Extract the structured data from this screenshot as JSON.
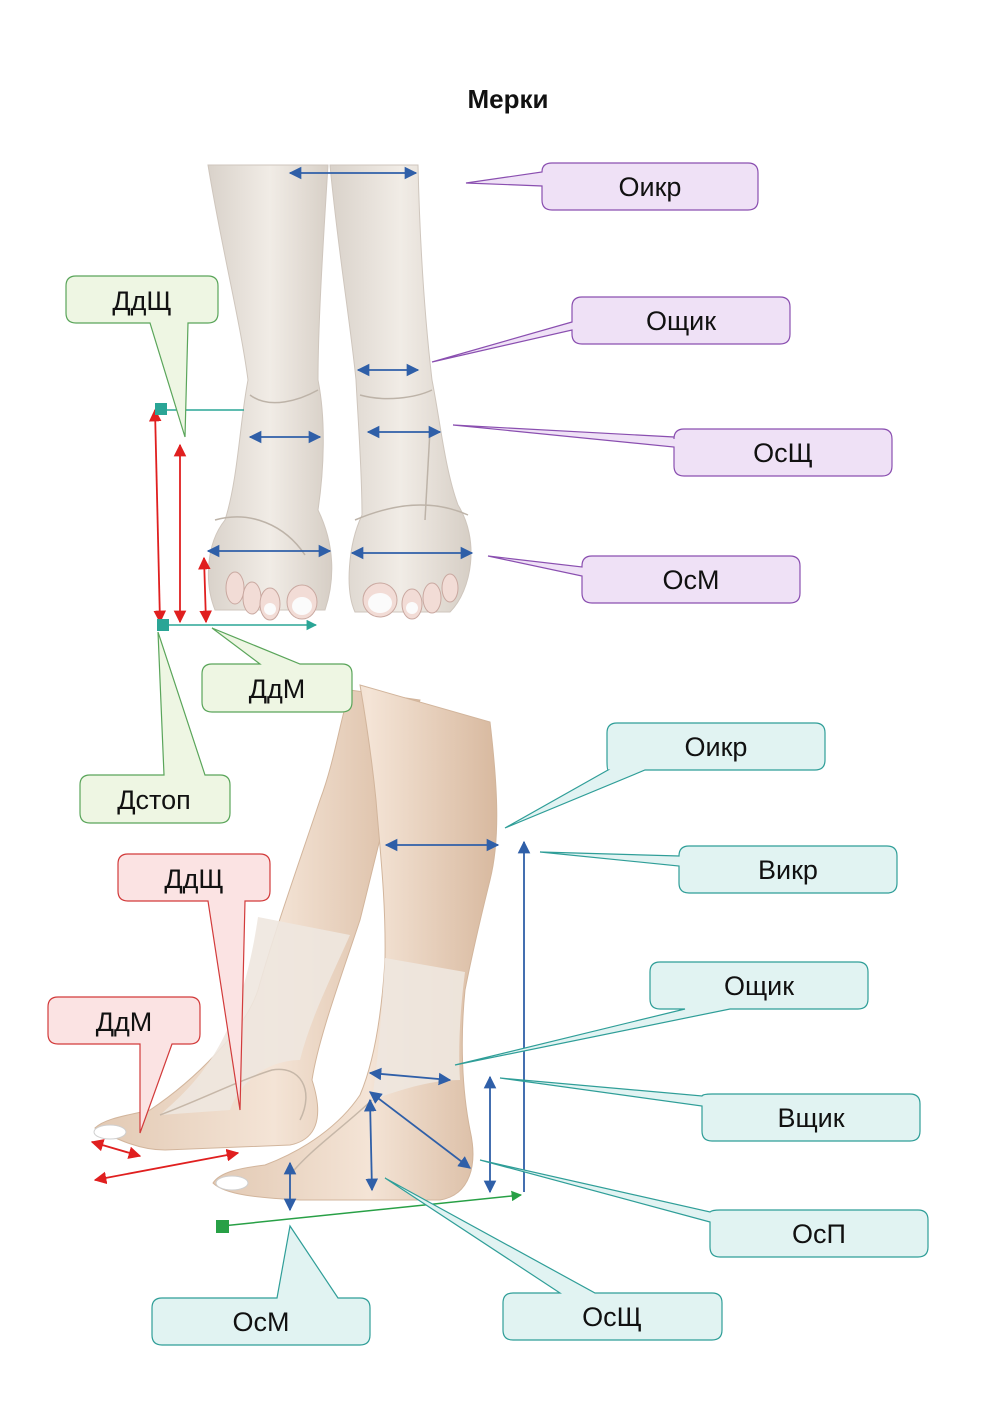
{
  "title": "Мерки",
  "front_view": {
    "labels": {
      "oikr": "Оикр",
      "oschik": "Ощик",
      "osshch": "ОсЩ",
      "osm": "ОсМ",
      "ddshch": "ДдЩ",
      "ddm": "ДдМ",
      "dstop": "Дстоп"
    }
  },
  "side_view": {
    "labels": {
      "oikr": "Оикр",
      "vikr": "Викр",
      "oschik": "Ощик",
      "vschik": "Вщик",
      "osp": "ОсП",
      "osshch": "ОсЩ",
      "osm": "ОсМ",
      "ddshch": "ДдЩ",
      "ddm": "ДдМ"
    }
  },
  "colors": {
    "purple_fill": "#efe1f6",
    "purple_line": "#8a4fb0",
    "green_fill": "#eef6e3",
    "green_line": "#5aa55a",
    "red_fill": "#fbe3e3",
    "red_line": "#d23b3b",
    "teal_fill": "#e1f3f2",
    "teal_line": "#2f9e98",
    "blue_arrow": "#2f5fa8",
    "red_arrow": "#e01f1f",
    "teal_arrow": "#2aa596",
    "green_marker": "#28a046"
  }
}
